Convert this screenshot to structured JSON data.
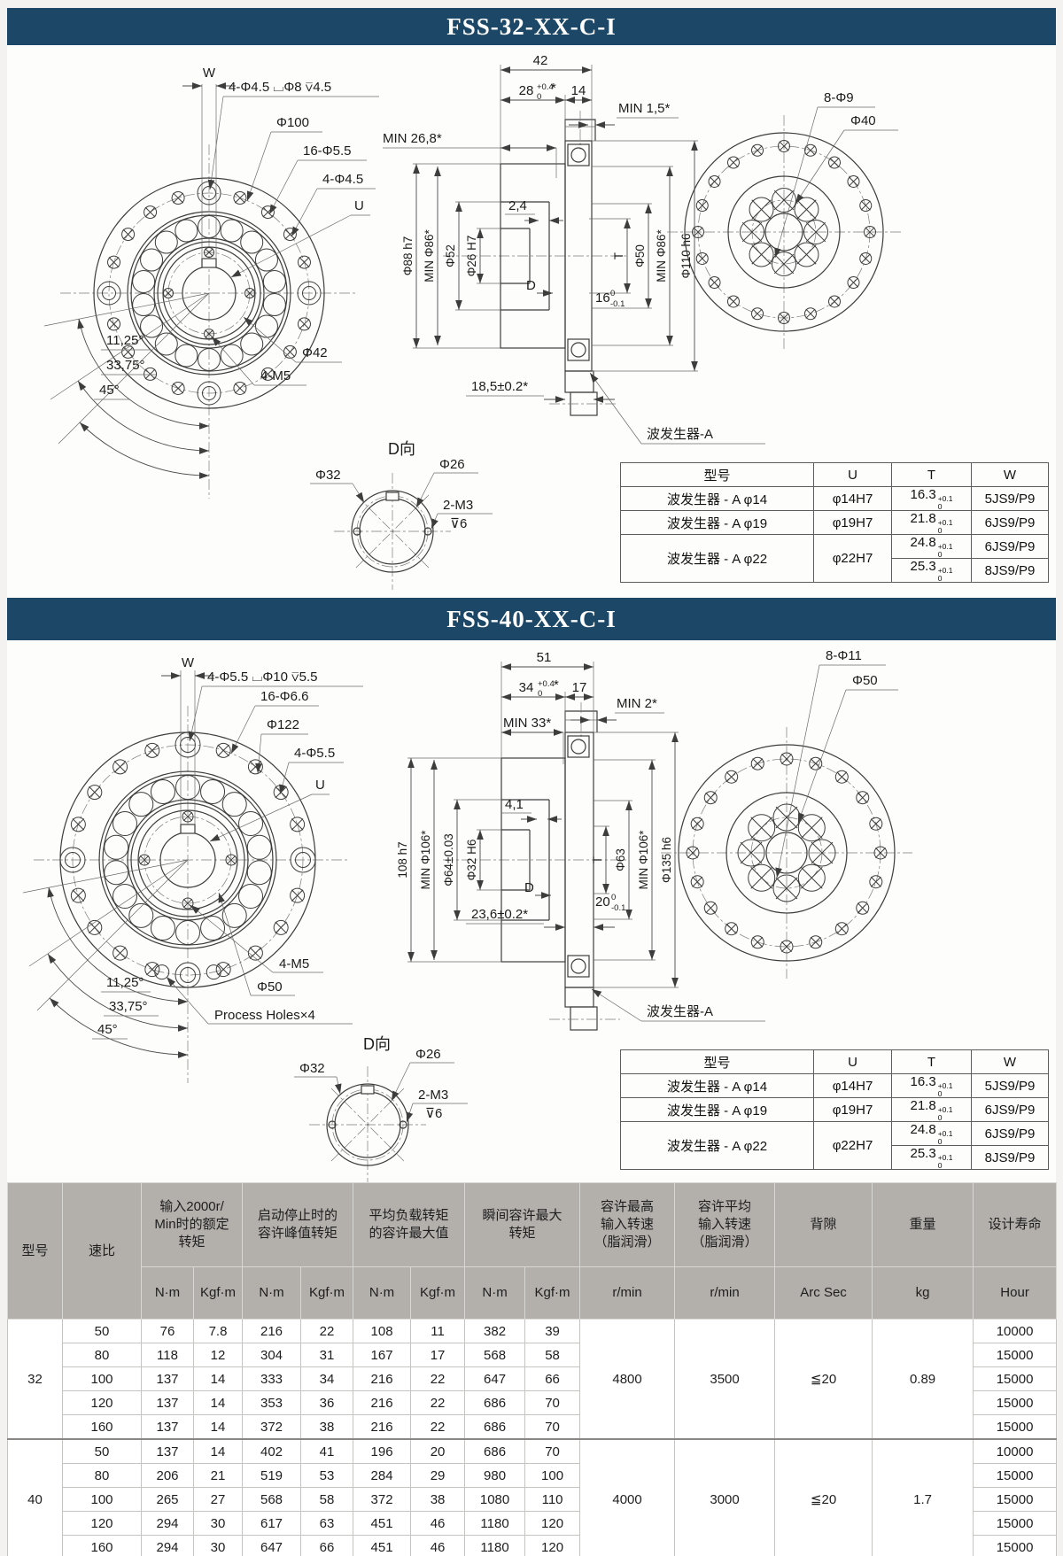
{
  "page": {
    "accent_color": "#1d4767",
    "table_header_color": "#b3afab",
    "panel_color": "#fdfdfb"
  },
  "sections": [
    {
      "title": "FSS-32-XX-C-I"
    },
    {
      "title": "FSS-40-XX-C-I"
    }
  ],
  "fss32": {
    "front": {
      "w": "W",
      "cbore": "4-Φ4.5 ⌴Φ8 ⊽4.5",
      "pitch": "Φ100",
      "holes16": "16-Φ5.5",
      "holes4": "4-Φ4.5",
      "u": "U",
      "inner_pitch": "Φ42",
      "tap": "4-M5",
      "ang1": "11,25°",
      "ang2": "33,75°",
      "ang3": "45°"
    },
    "section": {
      "total": "42",
      "len1": "28",
      "len1_sup": "+0.4",
      "len1_sub": "0",
      "len1_star": "*",
      "len2": "14",
      "min_right": "MIN 1,5*",
      "min_left": "MIN 26,8*",
      "gap": "2,4",
      "od_body": "Φ88 h7",
      "min_body": "MIN Φ86*",
      "bore1": "Φ52",
      "bore2": "Φ26 H7",
      "d": "D",
      "t": "T",
      "dia_t": "Φ50",
      "spline": "16",
      "spline_sup": "0",
      "spline_sub": "-0.1",
      "min_flange": "MIN Φ86*",
      "od_flange": "Φ110 h6",
      "depth": "18,5±0.2*",
      "wg": "波发生器-A"
    },
    "back": {
      "holes": "8-Φ9",
      "pitch": "Φ40"
    },
    "dview": {
      "title": "D向",
      "od": "Φ32",
      "id": "Φ26",
      "tap": "2-M3",
      "tapdepth": "⊽6"
    }
  },
  "fss40": {
    "front": {
      "w": "W",
      "cbore": "4-Φ5.5 ⌴Φ10 ⊽5.5",
      "pitch": "Φ122",
      "holes16": "16-Φ6.6",
      "holes4": "4-Φ5.5",
      "u": "U",
      "inner_pitch": "Φ50",
      "tap": "4-M5",
      "process": "Process Holes×4",
      "ang1": "11,25°",
      "ang2": "33,75°",
      "ang3": "45°"
    },
    "section": {
      "total": "51",
      "len1": "34",
      "len1_sup": "+0.4",
      "len1_sub": "0",
      "len1_star": "*",
      "len2": "17",
      "min_right": "MIN 2*",
      "min_left": "MIN 33*",
      "gap": "4,1",
      "od_body": "108 h7",
      "min_body": "MIN Φ106*",
      "bore1": "Φ64±0.03",
      "bore2": "Φ32 H6",
      "d": "D",
      "t": "T",
      "dia_t": "Φ63",
      "spline": "20",
      "spline_sup": "0",
      "spline_sub": "-0.1",
      "min_flange": "MIN Φ106*",
      "od_flange": "Φ135 h6",
      "depth": "23,6±0.2*",
      "wg": "波发生器-A"
    },
    "back": {
      "holes": "8-Φ11",
      "pitch": "Φ50"
    },
    "dview": {
      "title": "D向",
      "od": "Φ32",
      "id": "Φ26",
      "tap": "2-M3",
      "tapdepth": "⊽6"
    }
  },
  "wg_table": {
    "headers": [
      "型号",
      "U",
      "T",
      "W"
    ],
    "rows": [
      {
        "model": "波发生器 - A φ14",
        "u": "φ14H7",
        "t": "16.3",
        "tsup": "+0.1",
        "tsub": "0",
        "w": "5JS9/P9"
      },
      {
        "model": "波发生器 - A φ19",
        "u": "φ19H7",
        "t": "21.8",
        "tsup": "+0.1",
        "tsub": "0",
        "w": "6JS9/P9"
      },
      {
        "model": "波发生器 - A φ22",
        "u": "φ22H7",
        "t": "24.8",
        "tsup": "+0.1",
        "tsub": "0",
        "w": "6JS9/P9",
        "t2": "25.3",
        "t2sup": "+0.1",
        "t2sub": "0",
        "w2": "8JS9/P9"
      }
    ]
  },
  "spec_table": {
    "col_headers": [
      "型号",
      "速比",
      "输入2000r/\nMin时的额定\n转矩",
      "启动停止时的\n容许峰值转矩",
      "平均负载转矩\n的容许最大值",
      "瞬间容许最大\n转矩",
      "容许最高\n输入转速\n（脂润滑）",
      "容许平均\n输入转速\n（脂润滑）",
      "背隙",
      "重量",
      "设计寿命"
    ],
    "unit_row": [
      "N·m",
      "Kgf·m",
      "N·m",
      "Kgf·m",
      "N·m",
      "Kgf·m",
      "N·m",
      "Kgf·m",
      "r/min",
      "r/min",
      "Arc Sec",
      "kg",
      "Hour"
    ],
    "groups": [
      {
        "model": "32",
        "max_input_speed": "4800",
        "avg_input_speed": "3500",
        "backlash": "≦20",
        "weight": "0.89",
        "rows": [
          {
            "ratio": "50",
            "vals": [
              "76",
              "7.8",
              "216",
              "22",
              "108",
              "11",
              "382",
              "39"
            ],
            "life": "10000"
          },
          {
            "ratio": "80",
            "vals": [
              "118",
              "12",
              "304",
              "31",
              "167",
              "17",
              "568",
              "58"
            ],
            "life": "15000"
          },
          {
            "ratio": "100",
            "vals": [
              "137",
              "14",
              "333",
              "34",
              "216",
              "22",
              "647",
              "66"
            ],
            "life": "15000"
          },
          {
            "ratio": "120",
            "vals": [
              "137",
              "14",
              "353",
              "36",
              "216",
              "22",
              "686",
              "70"
            ],
            "life": "15000"
          },
          {
            "ratio": "160",
            "vals": [
              "137",
              "14",
              "372",
              "38",
              "216",
              "22",
              "686",
              "70"
            ],
            "life": "15000"
          }
        ]
      },
      {
        "model": "40",
        "max_input_speed": "4000",
        "avg_input_speed": "3000",
        "backlash": "≦20",
        "weight": "1.7",
        "rows": [
          {
            "ratio": "50",
            "vals": [
              "137",
              "14",
              "402",
              "41",
              "196",
              "20",
              "686",
              "70"
            ],
            "life": "10000"
          },
          {
            "ratio": "80",
            "vals": [
              "206",
              "21",
              "519",
              "53",
              "284",
              "29",
              "980",
              "100"
            ],
            "life": "15000"
          },
          {
            "ratio": "100",
            "vals": [
              "265",
              "27",
              "568",
              "58",
              "372",
              "38",
              "1080",
              "110"
            ],
            "life": "15000"
          },
          {
            "ratio": "120",
            "vals": [
              "294",
              "30",
              "617",
              "63",
              "451",
              "46",
              "1180",
              "120"
            ],
            "life": "15000"
          },
          {
            "ratio": "160",
            "vals": [
              "294",
              "30",
              "647",
              "66",
              "451",
              "46",
              "1180",
              "120"
            ],
            "life": "15000"
          }
        ]
      }
    ]
  }
}
